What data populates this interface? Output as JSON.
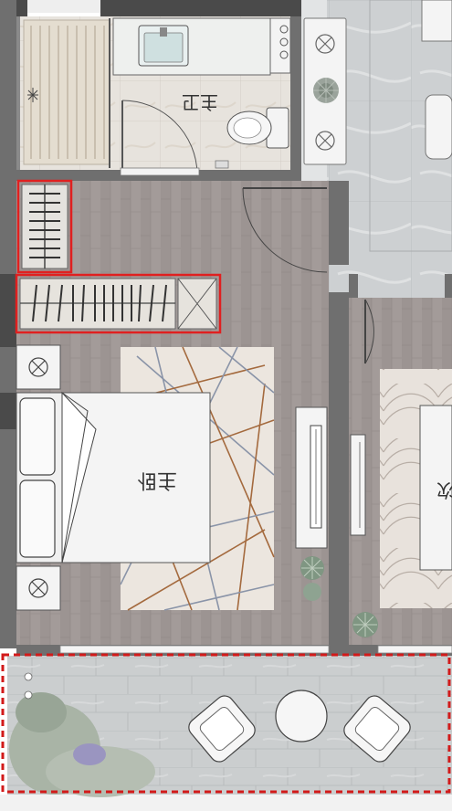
{
  "rooms": {
    "master_bathroom": {
      "label": "主卫"
    },
    "master_bedroom": {
      "label": "主卧"
    },
    "adjacent_room": {
      "label": "次"
    }
  },
  "colors": {
    "wall": "#6f6f6f",
    "wall_dark": "#4a4a4a",
    "wood_floor": "#a29a98",
    "tile_floor": "#e6e2dc",
    "marble_floor": "#cfd1d2",
    "balcony_stone": "#cdd0d0",
    "highlight_red": "#e02020",
    "rug_base": "#ece6df"
  },
  "icons": [
    "sink-icon",
    "toilet-icon",
    "stove-icon",
    "bed-icon",
    "nightstand-lamp-icon",
    "tv-icon",
    "potted-plant-icon",
    "armchair-icon",
    "round-table-icon",
    "wardrobe-icon",
    "shoe-rack-icon"
  ]
}
